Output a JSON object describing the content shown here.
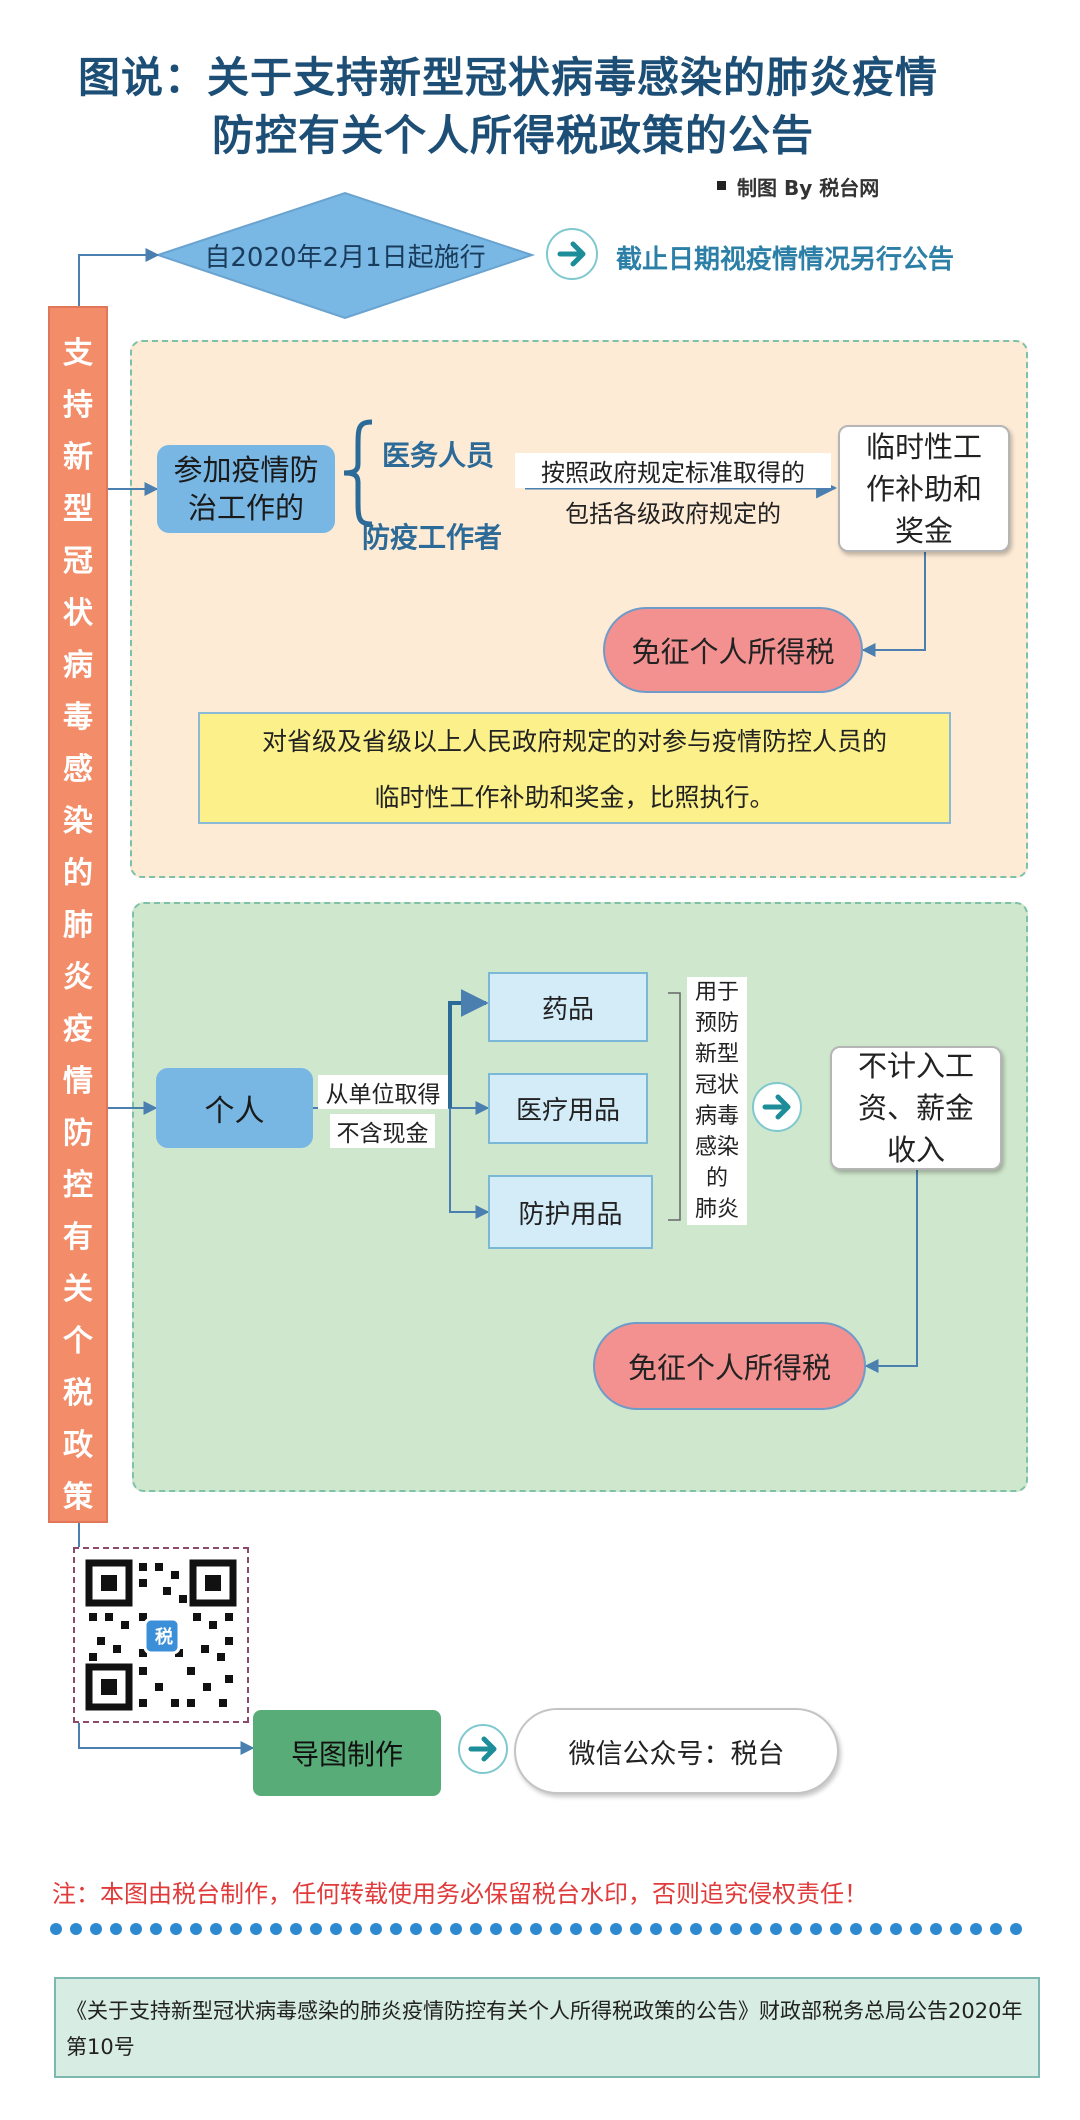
{
  "title": {
    "line1": "图说：关于支持新型冠状病毒感染的肺炎疫情",
    "line2": "防控有关个人所得税政策的公告"
  },
  "credit": "制图  By  税台网",
  "effective_date": "自2020年2月1日起施行",
  "deadline_note": "截止日期视疫情情况另行公告",
  "side_label": [
    "支",
    "持",
    "新",
    "型",
    "冠",
    "状",
    "病",
    "毒",
    "感",
    "染",
    "的",
    "肺",
    "炎",
    "疫",
    "情",
    "防",
    "控",
    "有",
    "关",
    "个",
    "税",
    "政",
    "策"
  ],
  "section1": {
    "participant_box": "参加疫情防治工作的",
    "brace_items": [
      "医务人员",
      "防疫工作者"
    ],
    "condition_line1": "按照政府规定标准取得的",
    "condition_line2": "包括各级政府规定的",
    "result_box": "临时性工作补助和奖金",
    "exempt_label": "免征个人所得税",
    "note_line1": "对省级及省级以上人民政府规定的对参与疫情防控人员的",
    "note_line2": "临时性工作补助和奖金，比照执行。"
  },
  "section2": {
    "individual_box": "个人",
    "obtain_line1": "从单位取得",
    "obtain_line2": "不含现金",
    "items": [
      "药品",
      "医疗用品",
      "防护用品"
    ],
    "purpose_chars": [
      "用于",
      "预防",
      "新型",
      "冠状",
      "病毒",
      "感染",
      "的",
      "肺炎"
    ],
    "result_box": "不计入工资、薪金收入",
    "exempt_label": "免征个人所得税"
  },
  "footer_flow": {
    "maker_box": "导图制作",
    "wechat_label": "微信公众号：税台"
  },
  "qr_center_char": "税",
  "warning": "注：本图由税台制作，任何转载使用务必保留税台水印，否则追究侵权责任！",
  "source_note": "《关于支持新型冠状病毒感染的肺炎疫情防控有关个人所得税政策的公告》财政部税务总局公告2020年第10号",
  "colors": {
    "title": "#1c4e76",
    "side_bar": "#f28c69",
    "panel_orange": "#fdebd6",
    "panel_green": "#cfe7cc",
    "box_blue": "#78b7e3",
    "pill_pink": "#f39191",
    "note_yellow": "#fbf08a",
    "box_green": "#58ac78",
    "dots": "#2e8ad0",
    "warning": "#e03a3a"
  }
}
